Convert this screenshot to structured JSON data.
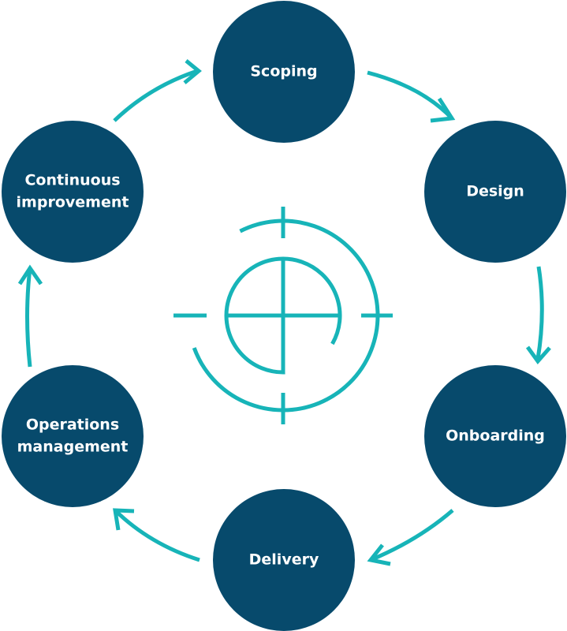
{
  "colors": {
    "node_fill": "#074a6c",
    "accent": "#17b4b8",
    "text": "#ffffff",
    "background": "#ffffff"
  },
  "diagram": {
    "type": "cycle",
    "center_icon": "target-crosshair-icon",
    "nodes": [
      {
        "id": "scoping",
        "lines": [
          "Scoping"
        ]
      },
      {
        "id": "design",
        "lines": [
          "Design"
        ]
      },
      {
        "id": "onboarding",
        "lines": [
          "Onboarding"
        ]
      },
      {
        "id": "delivery",
        "lines": [
          "Delivery"
        ]
      },
      {
        "id": "operations-management",
        "lines": [
          "Operations",
          "management"
        ]
      },
      {
        "id": "continuous-improvement",
        "lines": [
          "Continuous",
          "improvement"
        ]
      }
    ],
    "edges": [
      {
        "from": "scoping",
        "to": "design"
      },
      {
        "from": "design",
        "to": "onboarding"
      },
      {
        "from": "onboarding",
        "to": "delivery"
      },
      {
        "from": "delivery",
        "to": "operations-management"
      },
      {
        "from": "operations-management",
        "to": "continuous-improvement"
      },
      {
        "from": "continuous-improvement",
        "to": "scoping"
      }
    ]
  }
}
